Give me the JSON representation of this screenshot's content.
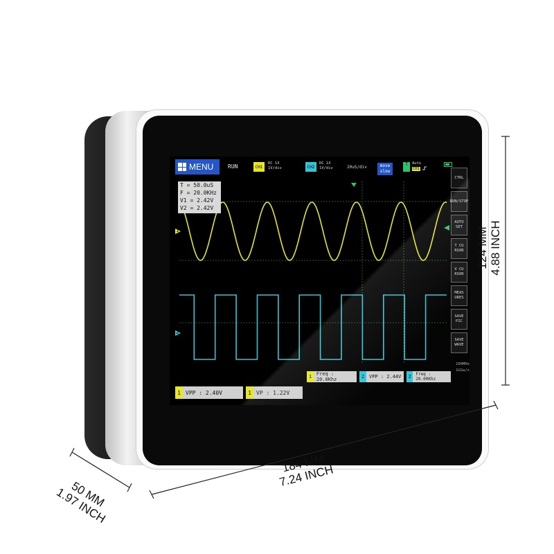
{
  "screen": {
    "menu_label": "MENU",
    "run_state": "RUN",
    "ch1": {
      "label": "CH1",
      "coupling": "DC  1X",
      "scale": "1V/div",
      "color": "#e6e62a"
    },
    "ch2": {
      "label": "CH2",
      "coupling": "DC  1X",
      "scale": "1V/div",
      "color": "#33c5d6"
    },
    "timebase": "20uS/div",
    "move_mode": {
      "line1": "move",
      "line2": "slow"
    },
    "trigger": {
      "badge": "T",
      "mode": "Auto",
      "channel": "CH1",
      "slope_icon": "rising-edge-icon",
      "color": "#2ec36b"
    },
    "readout": {
      "period": "T = 50.0uS",
      "freq": "F = 20.0KHz",
      "v1": "V1 = 2.42V",
      "v2": "V2 = 2.42V"
    },
    "side_buttons": [
      "CTRL",
      "RUN/STOP",
      "AUTO SET",
      "T CU RSOR",
      "V CU RSOR",
      "MEAS URES",
      "SAVE PIC",
      "SAVE WAVE"
    ],
    "marker_ch1": "1",
    "marker_ch2": "2",
    "measurements_row1": [
      {
        "ch": "1",
        "text": "Freq : 20.0Khz"
      },
      {
        "ch": "2",
        "text": "VPP : 2.44V"
      },
      {
        "ch": "2",
        "text": "Freq : 20.00Khz"
      }
    ],
    "measurements_row2": [
      {
        "ch": "1",
        "text": "VPP : 2.40V"
      },
      {
        "ch": "1",
        "text": "VP : 1.22V"
      }
    ],
    "spec_bandwidth": "100MHz",
    "spec_sample": "1GSa/s",
    "waveforms": {
      "ch1_type": "sine",
      "ch1_cycles": 6,
      "ch2_type": "square",
      "ch2_cycles": 6
    }
  },
  "dimensions": {
    "width_mm": "184 MM",
    "width_inch": "7.24 INCH",
    "height_mm": "124 MM",
    "height_inch": "4.88 INCH",
    "depth_mm": "50 MM",
    "depth_inch": "1.97 INCH"
  }
}
